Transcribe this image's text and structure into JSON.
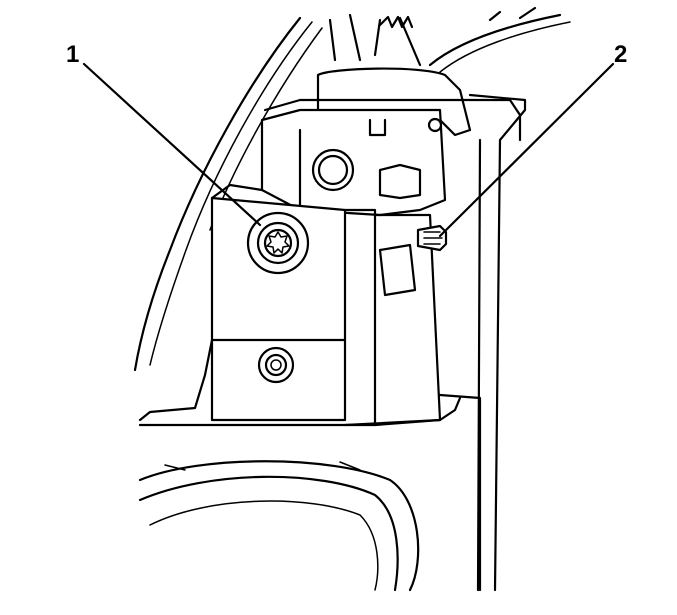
{
  "callouts": [
    {
      "label": "1",
      "target": "fastener-torx-bolt"
    },
    {
      "label": "2",
      "target": "retainer-clip"
    }
  ],
  "colors": {
    "ink": "#000000",
    "paper": "#ffffff"
  }
}
